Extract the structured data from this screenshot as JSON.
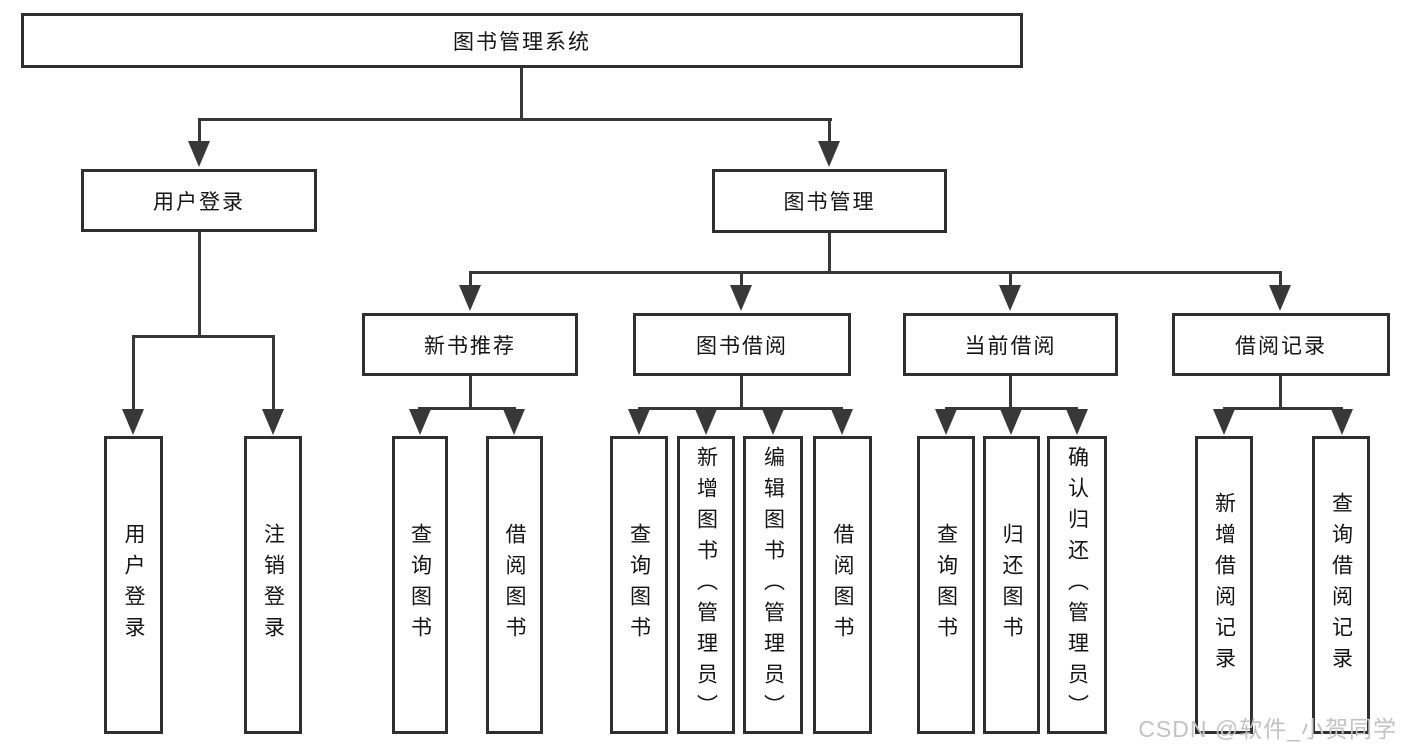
{
  "title": "图书管理系统",
  "level1": [
    "用户登录",
    "图书管理"
  ],
  "modules": [
    "新书推荐",
    "图书借阅",
    "当前借阅",
    "借阅记录"
  ],
  "leaves": [
    "用户登录",
    "注销登录",
    "查询图书",
    "借阅图书",
    "查询图书",
    "新增图书（管理员）",
    "编辑图书（管理员）",
    "借阅图书",
    "查询图书",
    "归还图书",
    "确认归还（管理员）",
    "新增借阅记录",
    "查询借阅记录"
  ],
  "watermark": "CSDN @软件_小贺同学",
  "colors": {
    "line": "#383838",
    "border": "#2f2f2f",
    "text": "#141414",
    "watermark": "#c3c3c3"
  }
}
